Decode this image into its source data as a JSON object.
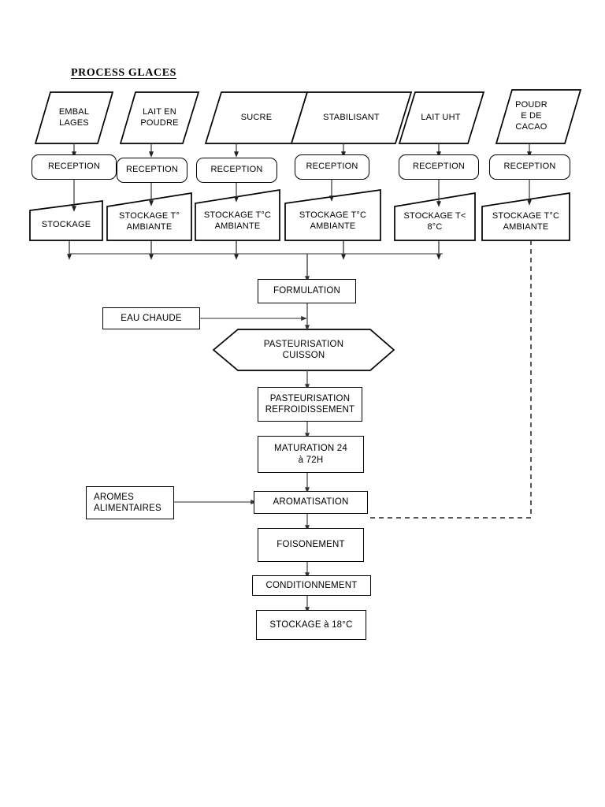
{
  "title": "PROCESS GLACES",
  "colors": {
    "stroke": "#000000",
    "background": "#ffffff",
    "connector": "#3f3f3f"
  },
  "raw_materials": [
    {
      "name": "embal-lages",
      "label": "EMBAL\nLAGES"
    },
    {
      "name": "lait-en-poudre",
      "label": "LAIT EN\nPOUDRE"
    },
    {
      "name": "sucre",
      "label": "SUCRE"
    },
    {
      "name": "stabilisant",
      "label": "STABILISANT"
    },
    {
      "name": "lait-uht",
      "label": "LAIT UHT"
    },
    {
      "name": "poudre-de-cacao",
      "label": "POUDR\nE DE\nCACAO"
    }
  ],
  "reception_steps": [
    {
      "label": "RECEPTION"
    },
    {
      "label": "RECEPTION"
    },
    {
      "label": "RECEPTION"
    },
    {
      "label": "RECEPTION"
    },
    {
      "label": "RECEPTION"
    },
    {
      "label": "RECEPTION"
    }
  ],
  "storage_steps": [
    {
      "label": "STOCKAGE"
    },
    {
      "label": "STOCKAGE T°\nAMBIANTE"
    },
    {
      "label": "STOCKAGE T°C\nAMBIANTE"
    },
    {
      "label": "STOCKAGE T°C\nAMBIANTE"
    },
    {
      "label": "STOCKAGE   T<\n8°C"
    },
    {
      "label": "STOCKAGE T°C\nAMBIANTE"
    }
  ],
  "process_steps": [
    {
      "name": "formulation",
      "label": "FORMULATION"
    },
    {
      "name": "pasteurisation-cuisson",
      "label": "PASTEURISATION\nCUISSON"
    },
    {
      "name": "pasteurisation-refroidissement",
      "label": "PASTEURISATION\nREFROIDISSEMENT"
    },
    {
      "name": "maturation",
      "label": "MATURATION 24\nà 72H"
    },
    {
      "name": "aromatisation",
      "label": "AROMATISATION"
    },
    {
      "name": "foisonement",
      "label": "FOISONEMENT"
    },
    {
      "name": "conditionnement",
      "label": "CONDITIONNEMENT"
    },
    {
      "name": "stockage-final",
      "label": "STOCKAGE à 18°C"
    }
  ],
  "side_inputs": [
    {
      "name": "eau-chaude",
      "label": "EAU CHAUDE"
    },
    {
      "name": "aromes-alimentaires",
      "label": "AROMES\nALIMENTAIRES"
    }
  ]
}
